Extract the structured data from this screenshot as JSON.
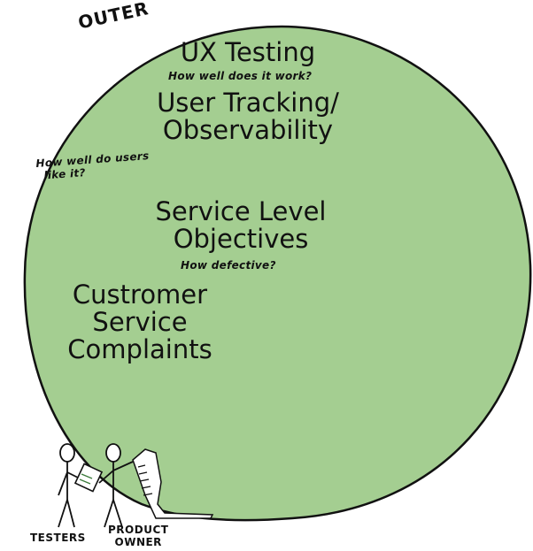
{
  "diagram": {
    "outer_label": "OUTER",
    "fill_color": "#a4ce91",
    "stroke_color": "#111111",
    "items": {
      "ux_testing": "UX Testing",
      "ux_question": "How well does it work?",
      "tracking_line1": "User Tracking/",
      "tracking_line2": "Observability",
      "users_question_line1": "How well do users",
      "users_question_line2": "like it?",
      "slo_line1": "Service Level",
      "slo_line2": "Objectives",
      "slo_question": "How defective?",
      "complaints_line1": "Custromer",
      "complaints_line2": "Service",
      "complaints_line3": "Complaints"
    },
    "figures": {
      "testers": "TESTERS",
      "product_owner_line1": "PRODUCT",
      "product_owner_line2": "OWNER"
    }
  }
}
